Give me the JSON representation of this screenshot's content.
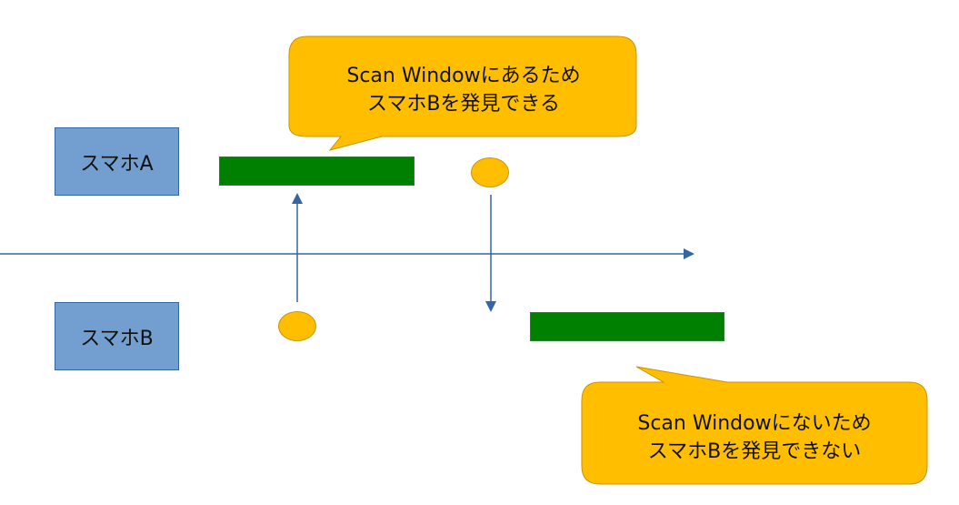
{
  "devices": {
    "a": {
      "label": "スマホA"
    },
    "b": {
      "label": "スマホB"
    }
  },
  "callouts": {
    "discoverable": {
      "line1": "Scan Windowにあるため",
      "line2": "スマホBを発見できる"
    },
    "not_discoverable": {
      "line1": "Scan Windowにないため",
      "line2": "スマホBを発見できない"
    }
  },
  "colors": {
    "device_box": "#729fcf",
    "scan_window": "#008000",
    "advertising_packet": "#ffbf00",
    "arrow": "#3465a4",
    "callout_fill": "#ffbf00"
  }
}
